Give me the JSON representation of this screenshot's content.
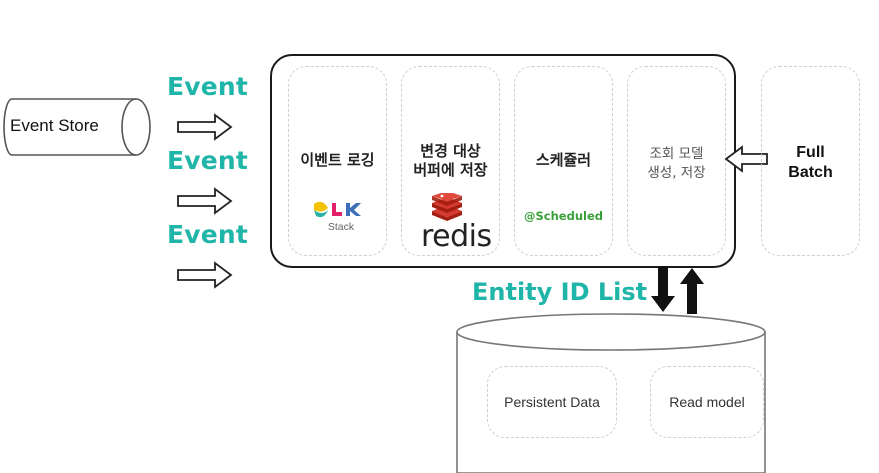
{
  "event_store": {
    "label": "Event Store"
  },
  "events": [
    "Event",
    "Event",
    "Event"
  ],
  "pipeline": {
    "stages": [
      {
        "title": "이벤트 로깅",
        "logo": "elk-stack-logo",
        "logo_text": "Stack"
      },
      {
        "title_line1": "변경 대상",
        "title_line2": "버퍼에 저장",
        "logo": "redis-logo",
        "logo_text": "redis"
      },
      {
        "title": "스케쥴러",
        "logo_text": "@Scheduled"
      },
      {
        "title_line1": "조회 모델",
        "title_line2": "생성, 저장"
      }
    ]
  },
  "full_batch": {
    "line1": "Full",
    "line2": "Batch"
  },
  "entity_id_list": {
    "label": "Entity ID List"
  },
  "database": {
    "items": [
      "Persistent Data",
      "Read model"
    ]
  },
  "colors": {
    "accent_teal": "#1fb5a8",
    "redis_red": "#d6382d",
    "scheduled_green": "#3aa13a",
    "border": "#1a1a1a",
    "dashed": "#cfcfcf"
  }
}
